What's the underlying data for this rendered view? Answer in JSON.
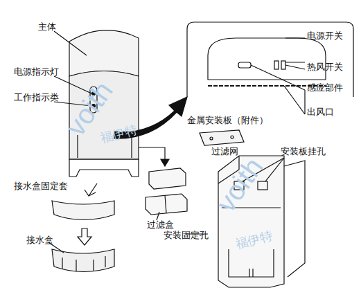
{
  "diagram": {
    "labels": [
      "主体",
      "电源指示灯",
      "工作指示类",
      "电源开关",
      "热风开关",
      "感应部件",
      "出风口",
      "金属安装板（附件）",
      "过滤网",
      "安装板挂孔",
      "接水盒固定套",
      "过滤盒",
      "安装固定孔",
      "接水盒",
      "voith",
      "福伊特",
      "voith",
      "福伊特"
    ]
  }
}
